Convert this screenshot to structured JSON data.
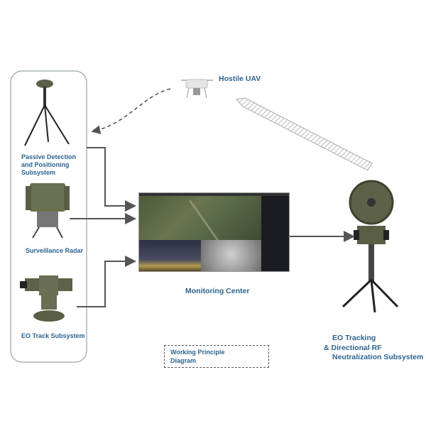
{
  "labels": {
    "hostile_uav": "Hostile UAV",
    "passive_detection": [
      "Passive Detection",
      "and Positioning",
      "Subsystem"
    ],
    "surveillance_radar": "Surveillance Radar",
    "eo_track": "EO Track Subsystem",
    "monitoring_center": "Monitoring Center",
    "eo_tracking_rf": [
      "EO Tracking",
      "& Directional RF",
      "Neutralization Subsystem"
    ],
    "working_principle": [
      "Working Principle",
      "Diagram"
    ]
  },
  "colors": {
    "label": "#2b6390",
    "arrow": "#555555",
    "frame": "#9aa3a8"
  }
}
